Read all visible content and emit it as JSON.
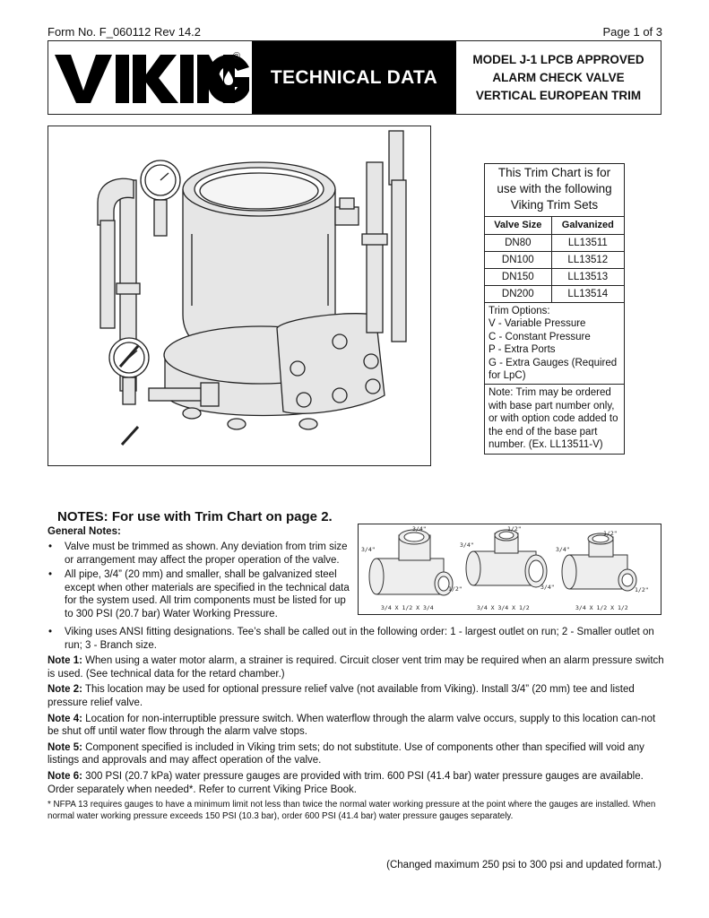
{
  "header": {
    "form_no": "Form No. F_060112  Rev 14.2",
    "page": "Page 1 of 3",
    "brand": "VIKING",
    "registered": "®",
    "doc_type": "TECHNICAL DATA",
    "model_lines": [
      "MODEL J-1 LPCB APPROVED",
      "ALARM CHECK VALVE",
      "VERTICAL EUROPEAN TRIM"
    ]
  },
  "trim_chart": {
    "intro": "This Trim Chart is for use with the following Viking Trim Sets",
    "columns": [
      "Valve Size",
      "Galvanized"
    ],
    "rows": [
      [
        "DN80",
        "LL13511"
      ],
      [
        "DN100",
        "LL13512"
      ],
      [
        "DN150",
        "LL13513"
      ],
      [
        "DN200",
        "LL13514"
      ]
    ],
    "options_title": "Trim Options:",
    "options": [
      "V - Variable Pressure",
      "C - Constant Pressure",
      "P - Extra Ports",
      "G - Extra Gauges (Required for LpC)"
    ],
    "note": "Note: Trim may be ordered with base part number only, or with option code added to the end of the base part number. (Ex. LL13511-V)"
  },
  "notes": {
    "title": "NOTES: For use with Trim Chart on page 2.",
    "general_label": "General Notes:",
    "bullets": [
      "Valve must be trimmed as shown. Any deviation from trim size or arrangement may affect the proper operation of the valve.",
      "All pipe, 3/4” (20 mm) and smaller, shall be galvanized steel except when other materials are specified in the technical data for the system used. All trim components must be listed for up to 300 PSI (20.7 bar) Water Working Pressure.",
      "Viking uses ANSI fitting designations. Tee’s shall be called out in the following order: 1 - largest outlet on run; 2 - Smaller outlet on run; 3 - Branch size."
    ],
    "numbered": [
      {
        "label": "Note 1:",
        "text": " When using a water motor alarm, a strainer is required. Circuit closer vent trim may be required when an alarm pressure switch is used.  (See technical data for the retard chamber.)"
      },
      {
        "label": "Note 2:",
        "text": " This location may be used for optional pressure relief valve (not available from Viking). Install 3/4” (20 mm) tee and listed pressure relief valve."
      },
      {
        "label": "Note 4:",
        "text": "  Location for non-interruptible pressure switch. When waterflow  through the alarm valve occurs, supply to this location can-not be shut off until water flow through the alarm valve stops."
      },
      {
        "label": "Note 5:",
        "text": " Component specified is included in Viking trim sets; do not substitute. Use of components other than specified will void any listings and approvals and may affect operation of the valve."
      },
      {
        "label": "Note 6:",
        "text": " 300 PSI (20.7 kPa) water pressure gauges are provided with trim. 600 PSI (41.4 bar) water pressure gauges are available. Order separately when needed*. Refer to current Viking Price Book."
      }
    ],
    "footnote": "* NFPA 13 requires gauges to have a minimum limit not less than twice the normal water working pressure at the point where the gauges are installed. When normal water working pressure exceeds 150 PSI (10.3 bar), order 600 PSI (41.4 bar) water pressure gauges separately.",
    "changed": "(Changed maximum 250 psi to 300 psi and updated format.)"
  },
  "tee_figure": {
    "tees": [
      {
        "top": "3/4\"",
        "left": "3/4\"",
        "right": "1/2\"",
        "caption": "3/4 X 1/2 X 3/4"
      },
      {
        "top": "1/2\"",
        "left": "3/4\"",
        "right": "3/4\"",
        "caption": "3/4 X 3/4 X 1/2"
      },
      {
        "top": "1/2\"",
        "left": "3/4\"",
        "right": "1/2\"",
        "caption": "3/4 X 1/2 X 1/2"
      }
    ]
  }
}
